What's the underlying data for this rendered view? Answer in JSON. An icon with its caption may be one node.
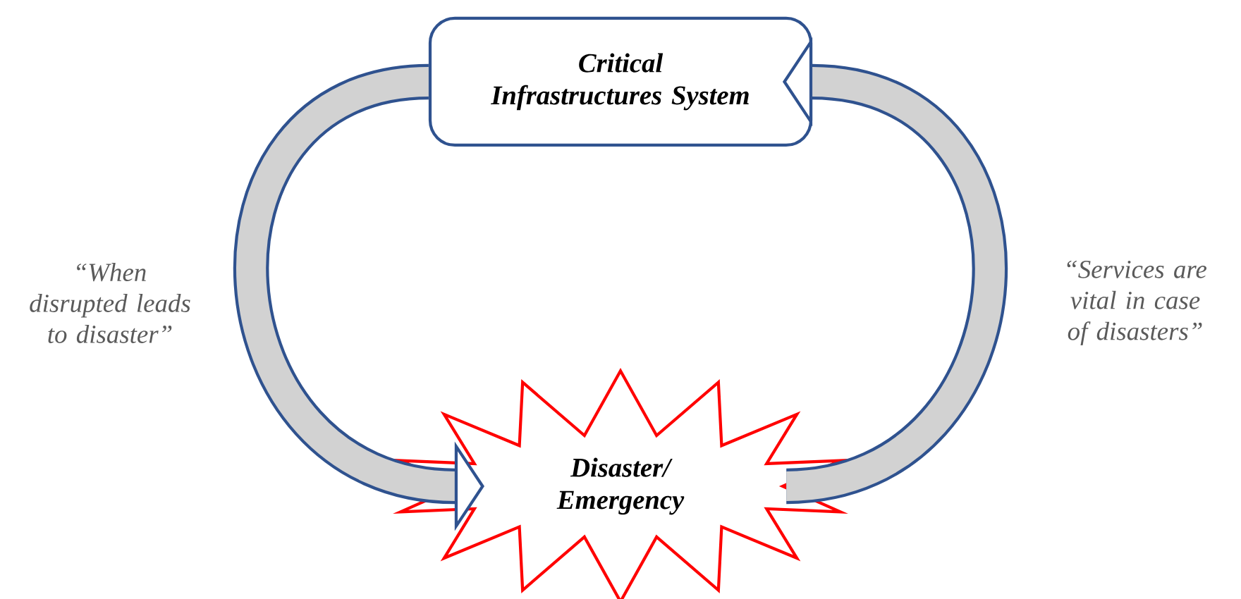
{
  "diagram": {
    "nodes": [
      {
        "text": [
          "Critical Infrastructures System"
        ]
      },
      {
        "text": [
          "Disaster/ Emergency"
        ]
      }
    ],
    "edges": [
      {
        "from": 0,
        "to": 1,
        "arrow": "to",
        "label": "“When disrupted leads to disaster”"
      },
      {
        "from": 1,
        "to": 0,
        "arrow": "to",
        "label": "“Services are vital in case of disasters”"
      }
    ]
  }
}
